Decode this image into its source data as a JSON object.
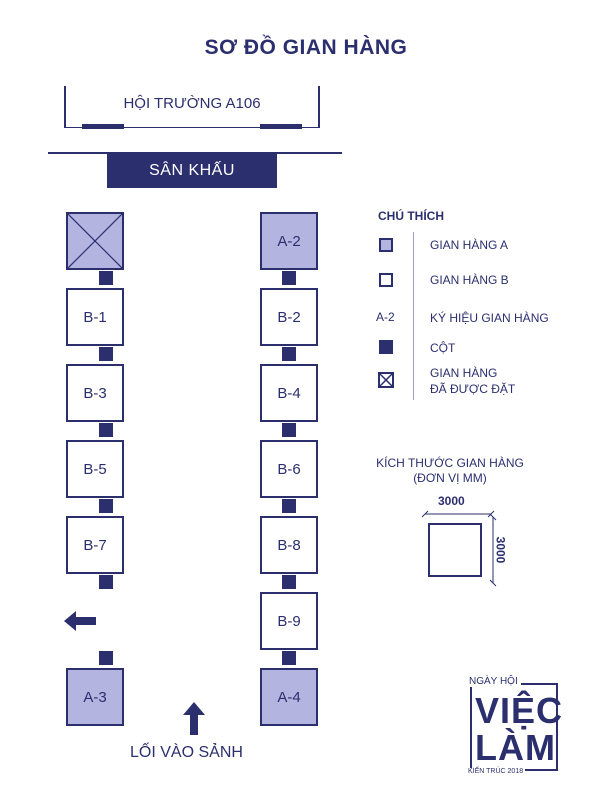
{
  "title": "SƠ ĐỒ GIAN HÀNG",
  "hall_label": "HỘI TRƯỜNG A106",
  "stage_label": "SÂN KHẤU",
  "booths": [
    {
      "id": "left-top",
      "label": "",
      "type": "booked"
    },
    {
      "id": "A-2",
      "label": "A-2",
      "type": "a"
    },
    {
      "id": "B-1",
      "label": "B-1",
      "type": "b"
    },
    {
      "id": "B-2",
      "label": "B-2",
      "type": "b"
    },
    {
      "id": "B-3",
      "label": "B-3",
      "type": "b"
    },
    {
      "id": "B-4",
      "label": "B-4",
      "type": "b"
    },
    {
      "id": "B-5",
      "label": "B-5",
      "type": "b"
    },
    {
      "id": "B-6",
      "label": "B-6",
      "type": "b"
    },
    {
      "id": "B-7",
      "label": "B-7",
      "type": "b"
    },
    {
      "id": "B-8",
      "label": "B-8",
      "type": "b"
    },
    {
      "id": "B-9",
      "label": "B-9",
      "type": "b"
    },
    {
      "id": "A-3",
      "label": "A-3",
      "type": "a"
    },
    {
      "id": "A-4",
      "label": "A-4",
      "type": "a"
    }
  ],
  "legend": {
    "title": "CHÚ THÍCH",
    "booth_a": "GIAN HÀNG A",
    "booth_b": "GIAN HÀNG B",
    "code_sample": "A-2",
    "code_label": "KÝ HIỆU GIAN HÀNG",
    "pillar": "CỘT",
    "booked_line1": "GIAN HÀNG",
    "booked_line2": "ĐÃ ĐƯỢC ĐẶT"
  },
  "dimensions": {
    "title_line1": "KÍCH THƯỚC GIAN HÀNG",
    "title_line2": "(ĐƠN VỊ MM)",
    "width": "3000",
    "height": "3000"
  },
  "entrance_label": "LỐI VÀO SẢNH",
  "logo": {
    "line1": "NGÀY HỘI",
    "line2": "VIỆC",
    "line3": "LÀM",
    "line4": "KIẾN TRÚC 2018"
  },
  "colors": {
    "navy": "#2b2f6e",
    "booth_a_fill": "#b3b5e0"
  }
}
